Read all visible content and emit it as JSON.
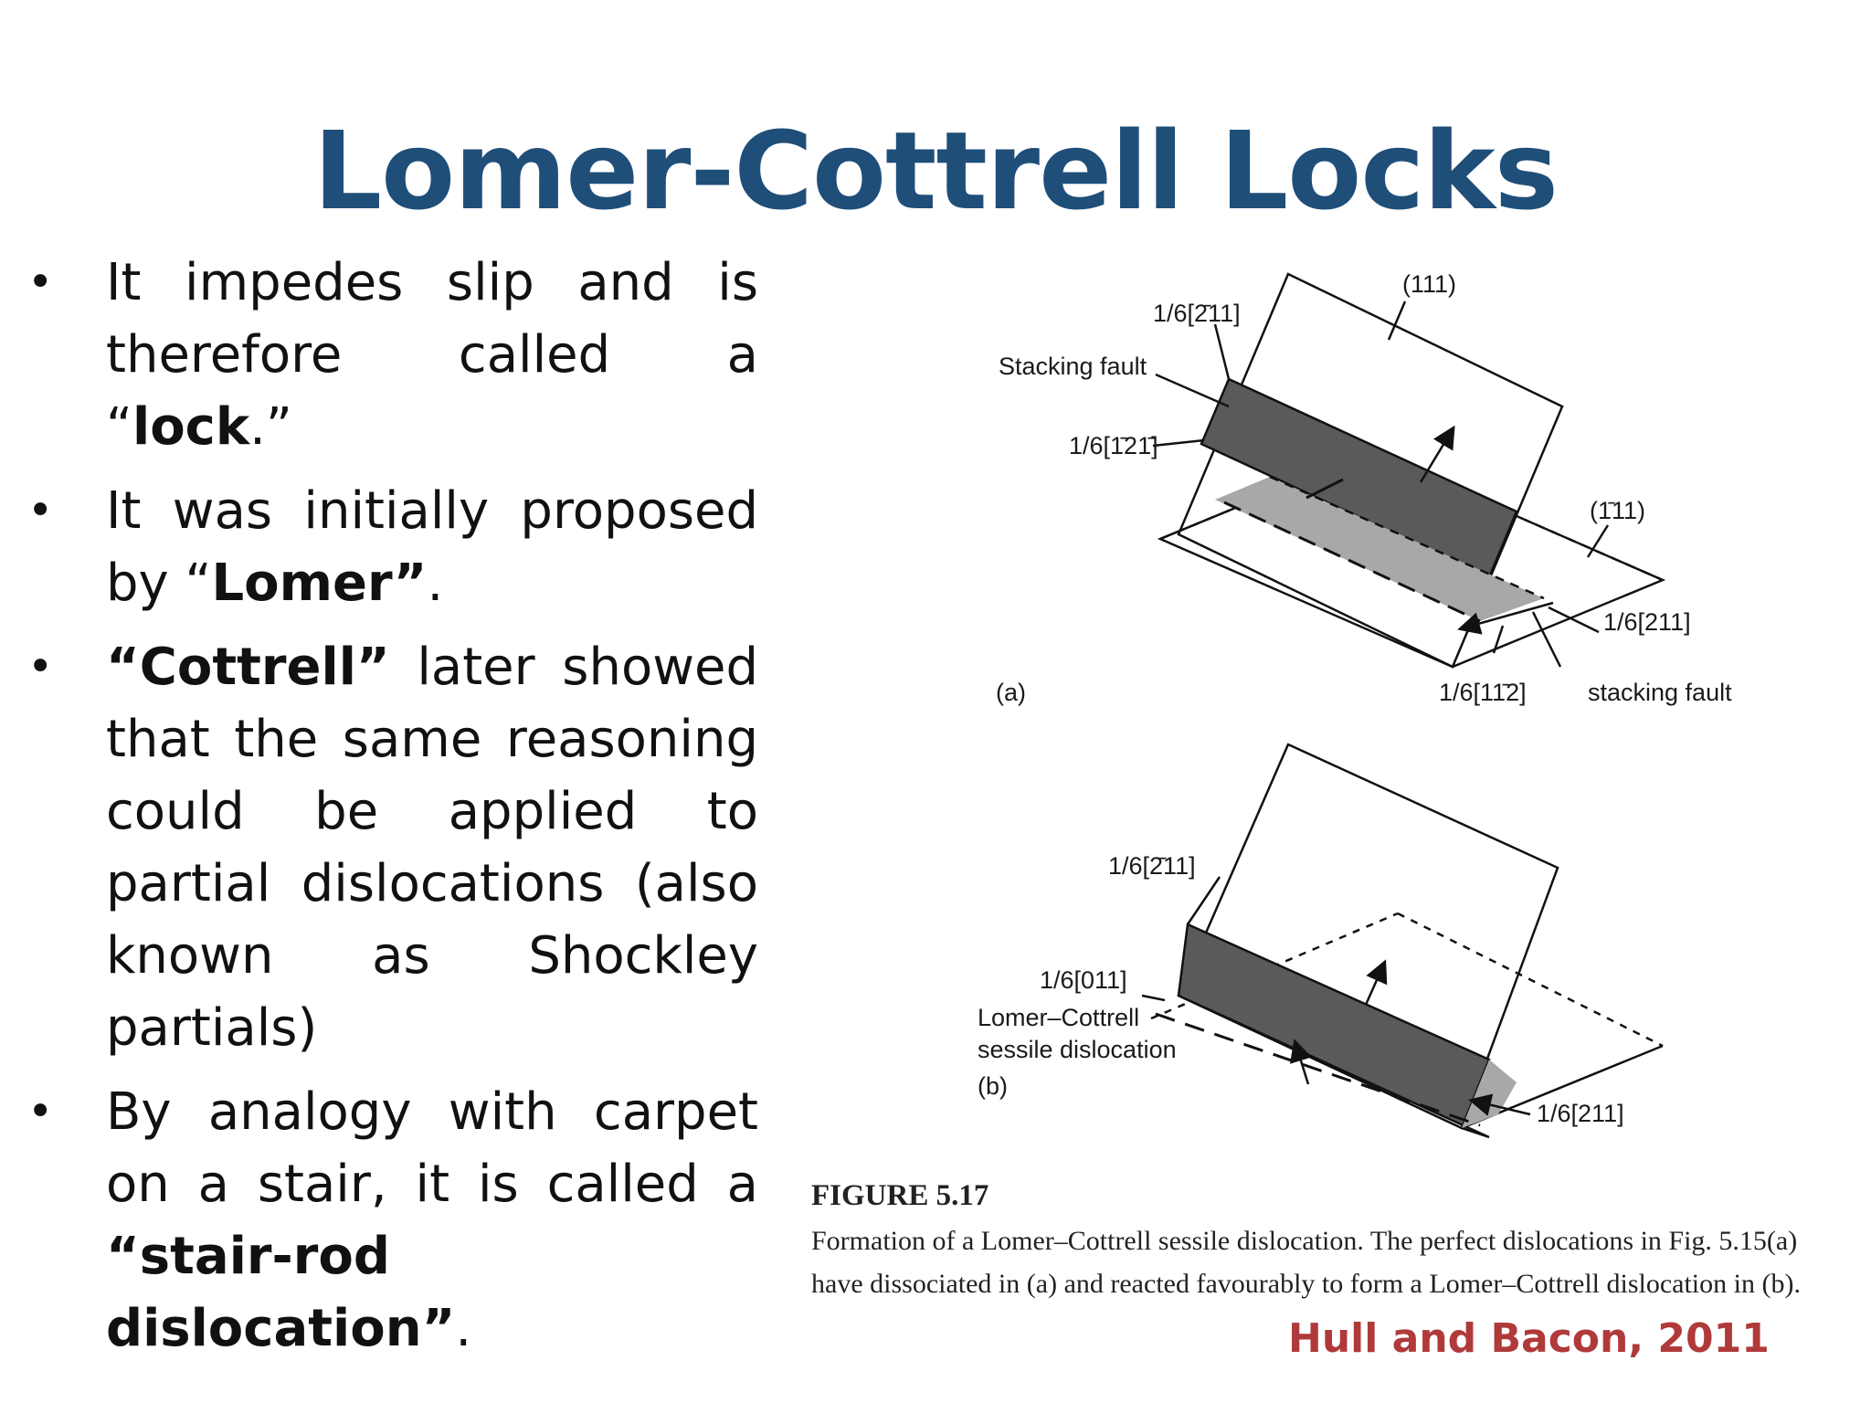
{
  "slide": {
    "title": "Lomer-Cottrell Locks"
  },
  "bullets": [
    {
      "parts": [
        {
          "t": "It impedes slip and is therefore called a “"
        },
        {
          "t": "lock",
          "b": true
        },
        {
          "t": ".”"
        }
      ]
    },
    {
      "parts": [
        {
          "t": "It was initially proposed by “"
        },
        {
          "t": "Lomer”",
          "b": true
        },
        {
          "t": "."
        }
      ]
    },
    {
      "parts": [
        {
          "t": "“Cottrell”",
          "b": true
        },
        {
          "t": " later showed that the same reasoning could be applied to partial dislocations (also known as Shockley partials)"
        }
      ]
    },
    {
      "parts": [
        {
          "t": "By analogy with carpet on a stair, it is called a "
        },
        {
          "t": "“stair-rod dislocation”",
          "b": true
        },
        {
          "t": "."
        }
      ]
    }
  ],
  "bullet_symbol": "•",
  "figure": {
    "a": {
      "panel_label": "(a)",
      "plane_111": "(111)",
      "plane_m111": "(1̄11)",
      "vec_m211": "1/6[2̄11]",
      "vec_1m2m1": "1/6[1̄21̄]",
      "vec_211": "1/6[211]",
      "vec_1m12": "1/6[11̄2]",
      "stacking_fault_upper": "Stacking fault",
      "stacking_fault_lower": "stacking fault"
    },
    "b": {
      "panel_label": "(b)",
      "vec_m211": "1/6[2̄11]",
      "vec_011": "1/6[011]",
      "vec_211": "1/6[211]",
      "lc_line1": "Lomer–Cottrell",
      "lc_line2": "sessile dislocation"
    }
  },
  "caption": {
    "figure_number": "FIGURE 5.17",
    "text": "Formation of a Lomer–Cottrell sessile dislocation. The perfect dislocations in Fig. 5.15(a) have dissociated in (a) and reacted favourably to form a Lomer–Cottrell dislocation in (b)."
  },
  "citation": "Hull and Bacon, 2011",
  "colors": {
    "title": "#1f4e79",
    "citation": "#b03a3a",
    "fault_dark": "#5a5a5a",
    "fault_light": "#a8a8a8"
  }
}
